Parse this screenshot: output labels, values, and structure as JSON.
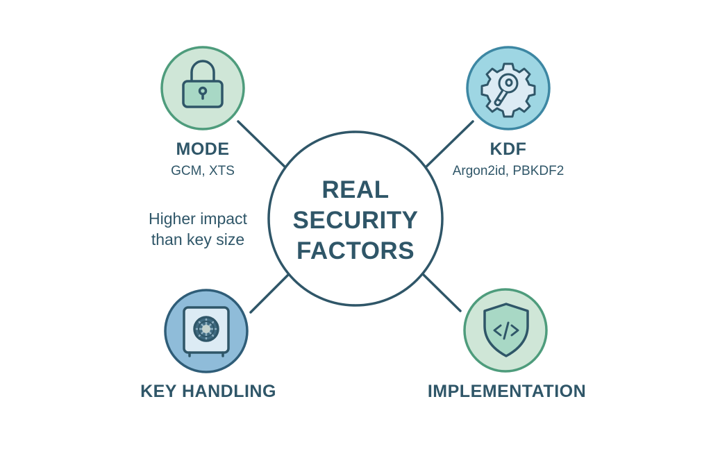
{
  "center": {
    "lines": [
      "REAL",
      "SECURITY",
      "FACTORS"
    ]
  },
  "nodes": [
    {
      "id": "mode",
      "title": "MODE",
      "subtitle": "GCM, XTS",
      "icon": "lock-icon",
      "fill": "#cfe6d7",
      "stroke": "#4e9c7c"
    },
    {
      "id": "kdf",
      "title": "KDF",
      "subtitle": "Argon2id, PBKDF2",
      "icon": "gear-key-icon",
      "fill": "#9ed6e3",
      "stroke": "#3d87a3"
    },
    {
      "id": "key-handling",
      "title": "KEY HANDLING",
      "subtitle": "",
      "icon": "safe-icon",
      "fill": "#8fbcd9",
      "stroke": "#2f5d78"
    },
    {
      "id": "implementation",
      "title": "IMPLEMENTATION",
      "subtitle": "",
      "icon": "code-shield-icon",
      "fill": "#cfe6d7",
      "stroke": "#4e9c7c"
    }
  ],
  "note": {
    "lines": [
      "Higher impact",
      "than key size"
    ]
  },
  "colors": {
    "text": "#2f5668",
    "line": "#2f5668",
    "icon_stroke": "#2f5668",
    "icon_fill_green": "#a8d8c5",
    "icon_fill_light": "#dcebf4"
  }
}
